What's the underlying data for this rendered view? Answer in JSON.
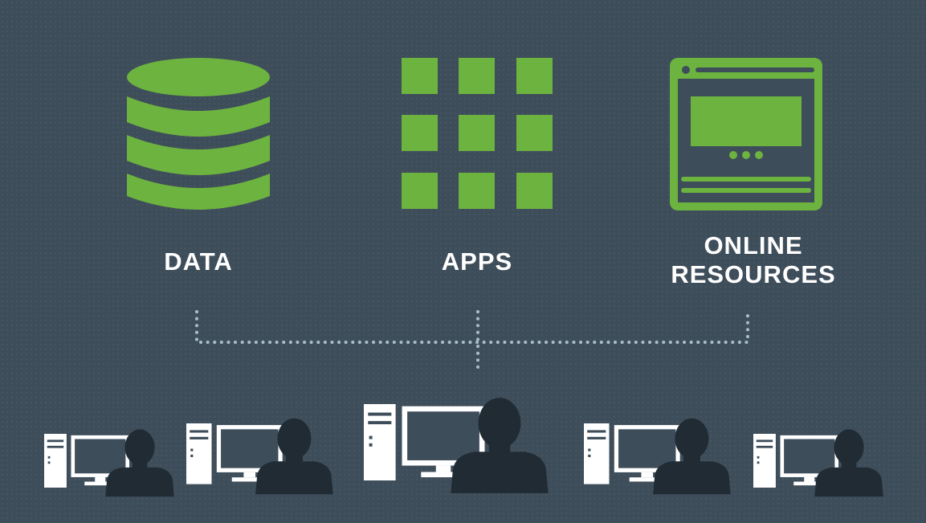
{
  "labels": {
    "data": "DATA",
    "apps": "APPS",
    "online_resources": "ONLINE\nRESOURCES"
  },
  "icons": [
    "database-icon",
    "apps-grid-icon",
    "browser-window-icon",
    "workstation-user-icon"
  ],
  "colors": {
    "background": "#3e4d5a",
    "accent_green": "#6db33f",
    "connector_dots": "#a9bec9",
    "computer": "#ffffff",
    "silhouette": "#212b33"
  }
}
